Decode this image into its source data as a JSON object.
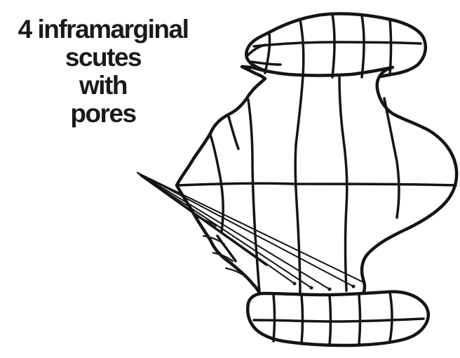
{
  "label": {
    "lines": [
      "4 inframarginal",
      "scutes",
      "with",
      "pores"
    ]
  },
  "colors": {
    "ink": "#141414",
    "background": "#ffffff"
  }
}
